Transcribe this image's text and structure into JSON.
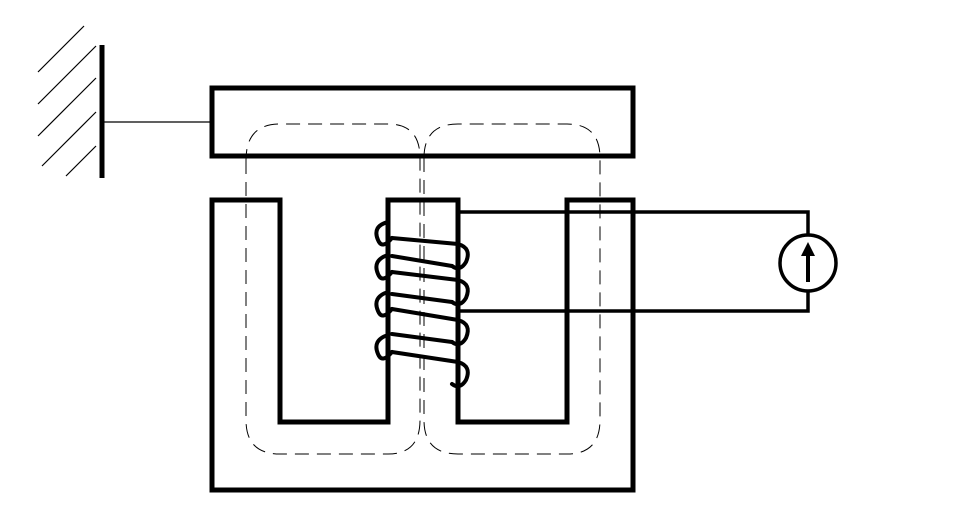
{
  "diagram": {
    "type": "electromagnetic-transducer-schematic",
    "components": [
      "wall-support",
      "armature",
      "e-core",
      "coil",
      "current-meter"
    ],
    "meter_symbol": "arrow-up-icon",
    "line_color": "#000000",
    "background_color": "#ffffff"
  }
}
